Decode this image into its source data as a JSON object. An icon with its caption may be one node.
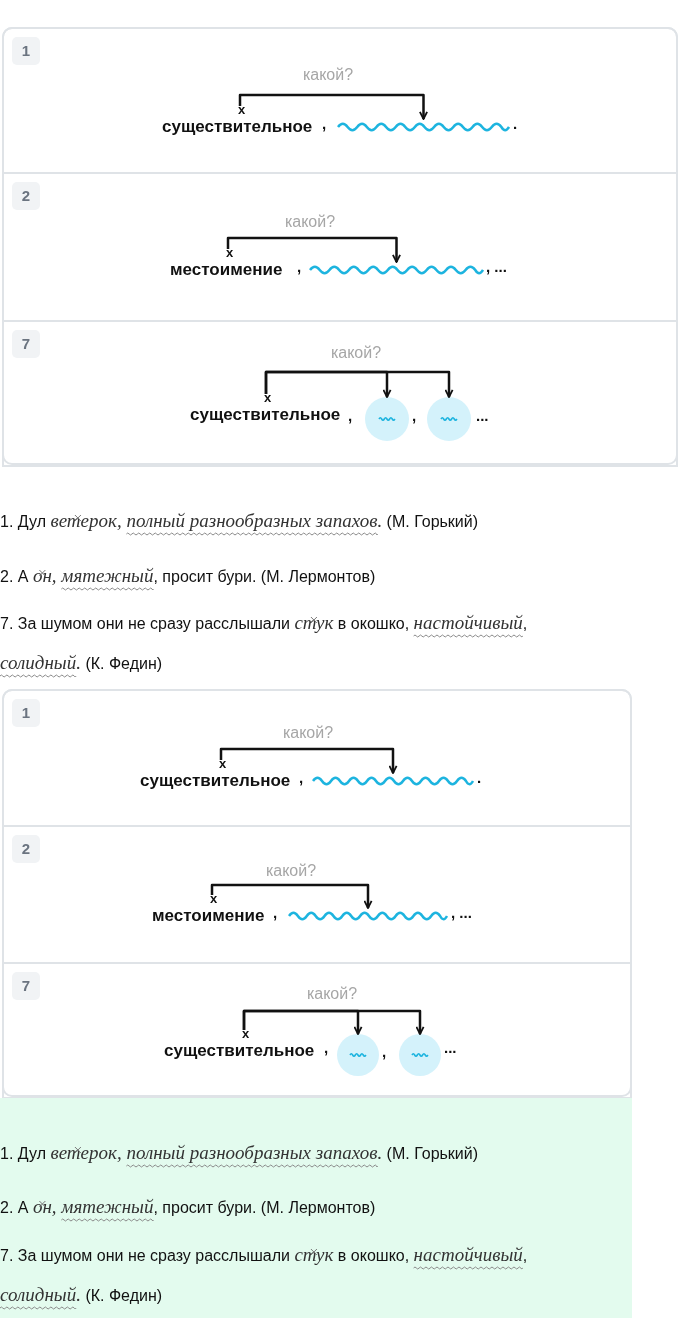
{
  "diagram": {
    "nodes": [
      {
        "text": [],
        "shape": "box"
      },
      {
        "text": [
          "1"
        ],
        "in": 0
      },
      {
        "text": [
          "существительное"
        ],
        "beside": [
          "х"
        ],
        "in": 1
      },
      {
        "text": [],
        "shape": "wave",
        "in": 1
      },
      {
        "text": [
          "2"
        ],
        "in": 0
      },
      {
        "text": [
          "местоимение"
        ],
        "beside": [
          "х"
        ],
        "in": 4
      },
      {
        "text": [],
        "shape": "wave",
        "in": 4
      },
      {
        "text": [
          "7"
        ],
        "in": 0
      },
      {
        "text": [
          "существительное"
        ],
        "beside": [
          "х"
        ],
        "in": 7
      },
      {
        "text": [],
        "shape": "circle",
        "in": 7
      },
      {
        "text": [],
        "shape": "circle",
        "in": 7
      },
      {
        "text": [],
        "shape": "box"
      },
      {
        "text": [
          "1"
        ],
        "in": 11
      },
      {
        "text": [
          "существительное"
        ],
        "beside": [
          "х"
        ],
        "in": 12
      },
      {
        "text": [],
        "shape": "wave",
        "in": 12
      },
      {
        "text": [
          "2"
        ],
        "in": 11
      },
      {
        "text": [
          "местоимение"
        ],
        "beside": [
          "х"
        ],
        "in": 15
      },
      {
        "text": [],
        "shape": "wave",
        "in": 15
      },
      {
        "text": [
          "7"
        ],
        "in": 11
      },
      {
        "text": [
          "существительное"
        ],
        "beside": [
          "х"
        ],
        "in": 18
      },
      {
        "text": [],
        "shape": "circle",
        "in": 18
      },
      {
        "text": [],
        "shape": "circle",
        "in": 18
      },
      {
        "text": [
          "1. Дул *ветерок, полный разнообразных запахов.* (М. Горький)",
          "2. А *он, мятежный*, просит бури. (М. Лермонтов)",
          "7. За шумом они не сразу расслышали *стук* в окошко, *настойчивый*, *солидный.* (К. Федин)"
        ]
      }
    ],
    "edges": [
      {
        "from": 2,
        "to": 3,
        "arrow": "to",
        "label": "какой?"
      },
      {
        "from": 5,
        "to": 6,
        "arrow": "to",
        "label": "какой?"
      },
      {
        "from": 8,
        "to": 9,
        "arrow": "to",
        "label": "какой?"
      },
      {
        "from": 8,
        "to": 10,
        "arrow": "to"
      },
      {
        "from": 13,
        "to": 14,
        "arrow": "to",
        "label": "какой?"
      },
      {
        "from": 16,
        "to": 17,
        "arrow": "to",
        "label": "какой?"
      },
      {
        "from": 19,
        "to": 20,
        "arrow": "to",
        "label": "какой?"
      },
      {
        "from": 19,
        "to": 21,
        "arrow": "to"
      }
    ],
    "labels": [
      ",",
      ".",
      ",",
      ", ...",
      ",",
      ",",
      "...",
      "1. Дул *ветерок, полный разнообразных запахов.* (М. Горький)",
      "2. А *он, мятежный*, просит бури. (М. Лермонтов)",
      "7. За шумом они не сразу расслышали *стук* в окошко, *настойчивый*, *солидный.* (К. Федин)",
      ",",
      ".",
      ",",
      ", ...",
      ",",
      ",",
      "..."
    ]
  }
}
